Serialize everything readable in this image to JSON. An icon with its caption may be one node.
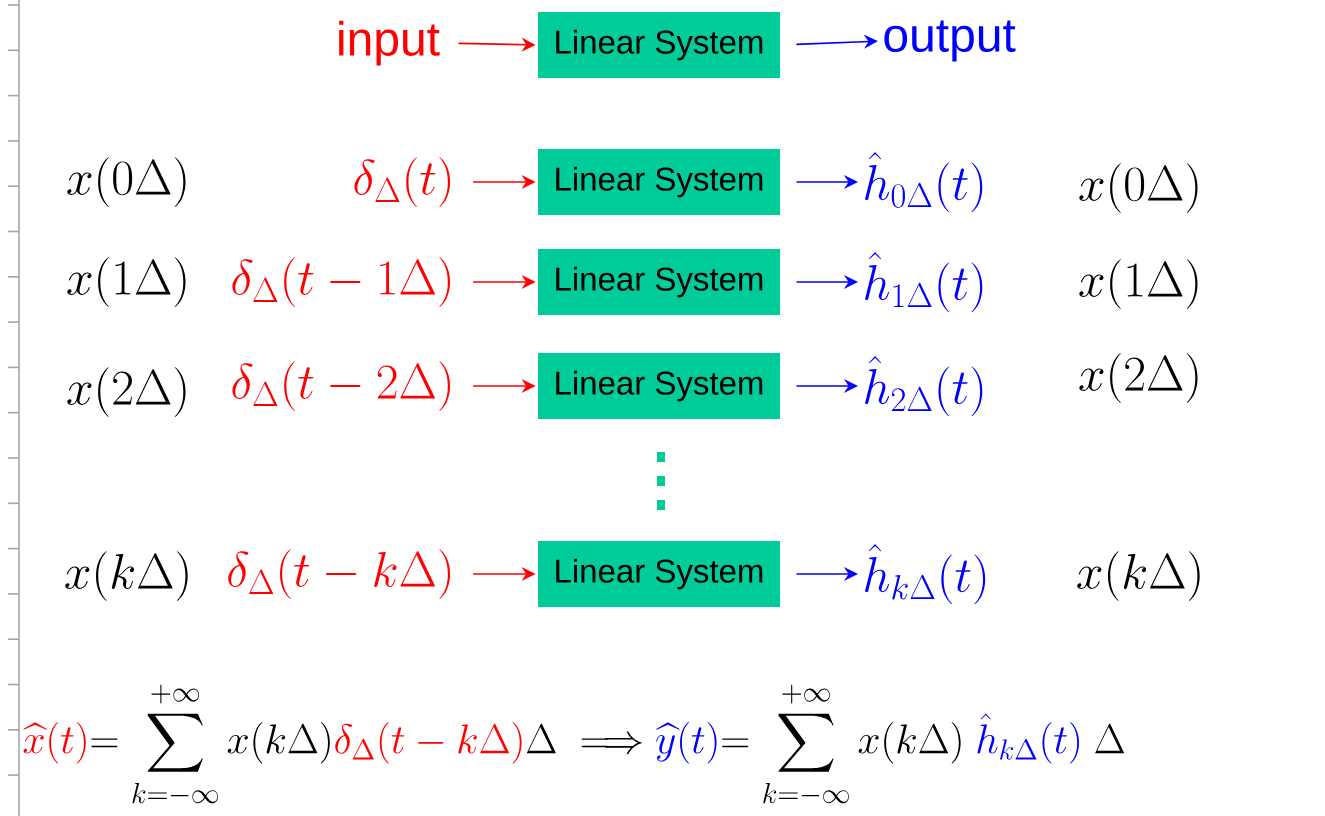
{
  "diagram": {
    "nodes": [
      {
        "text": [
          "input"
        ]
      },
      {
        "text": [
          "Linear System"
        ]
      },
      {
        "text": [
          "output"
        ]
      },
      {
        "text": [
          "\\delta_{\\Delta}(t)"
        ]
      },
      {
        "text": [
          "Linear System"
        ]
      },
      {
        "text": [
          "\\hat{h}_{0\\Delta}(t)"
        ]
      },
      {
        "text": [
          "\\delta_{\\Delta}(t-1\\Delta)"
        ]
      },
      {
        "text": [
          "Linear System"
        ]
      },
      {
        "text": [
          "\\hat{h}_{1\\Delta}(t)"
        ]
      },
      {
        "text": [
          "\\delta_{\\Delta}(t-2\\Delta)"
        ]
      },
      {
        "text": [
          "Linear System"
        ]
      },
      {
        "text": [
          "\\hat{h}_{2\\Delta}(t)"
        ]
      },
      {
        "text": [
          "\\delta_{\\Delta}(t-k\\Delta)"
        ]
      },
      {
        "text": [
          "Linear System"
        ]
      },
      {
        "text": [
          "\\hat{h}_{k\\Delta}(t)"
        ]
      }
    ],
    "edges": [
      {
        "from": 0,
        "to": 1,
        "arrow": "to",
        "color": "#ff0000"
      },
      {
        "from": 1,
        "to": 2,
        "arrow": "to",
        "color": "#0000ff"
      },
      {
        "from": 3,
        "to": 4,
        "arrow": "to",
        "color": "#ff0000"
      },
      {
        "from": 4,
        "to": 5,
        "arrow": "to",
        "color": "#0000ff"
      },
      {
        "from": 6,
        "to": 7,
        "arrow": "to",
        "color": "#ff0000"
      },
      {
        "from": 7,
        "to": 8,
        "arrow": "to",
        "color": "#0000ff"
      },
      {
        "from": 9,
        "to": 10,
        "arrow": "to",
        "color": "#ff0000"
      },
      {
        "from": 10,
        "to": 11,
        "arrow": "to",
        "color": "#0000ff"
      },
      {
        "from": 12,
        "to": 13,
        "arrow": "to",
        "color": "#ff0000"
      },
      {
        "from": 13,
        "to": 14,
        "arrow": "to",
        "color": "#0000ff"
      }
    ],
    "labels": [
      "x(0\\Delta)",
      "x(1\\Delta)",
      "x(2\\Delta)",
      "x(k\\Delta)",
      "x(0\\Delta)",
      "x(1\\Delta)",
      "x(2\\Delta)",
      "x(k\\Delta)",
      "\\widehat{x}(t)",
      "=\\sum_{k=-\\infty}^{+\\infty} x(k\\Delta)",
      "\\delta_{\\Delta}(t-k\\Delta)",
      "\\Delta\\ \\Longrightarrow\\ ",
      "\\widehat{y}(t)",
      "=\\sum_{k=-\\infty}^{+\\infty} x(k\\Delta)\\ ",
      "\\hat{h}_{k\\Delta}(t)",
      "\\ \\Delta"
    ]
  }
}
